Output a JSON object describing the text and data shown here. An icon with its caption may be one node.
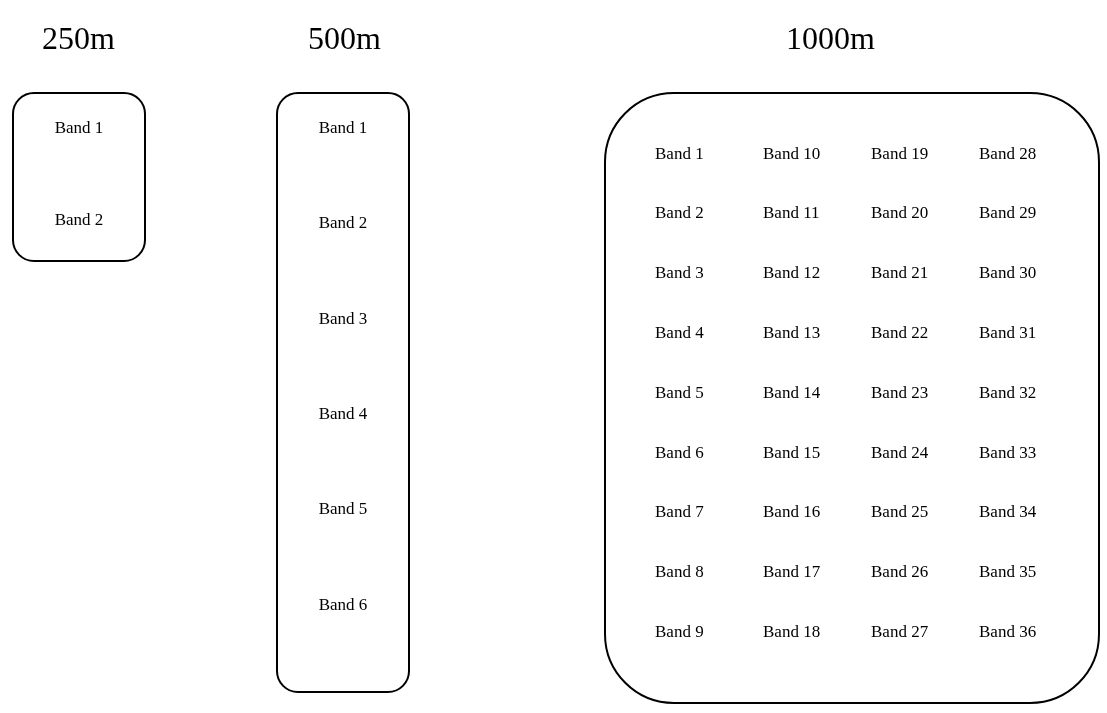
{
  "diagram": {
    "nodes": [
      {
        "text": [
          "250m",
          "Band 1",
          "Band 2"
        ]
      },
      {
        "text": [
          "500m",
          "Band 1",
          "Band 2",
          "Band 3",
          "Band 4",
          "Band 5",
          "Band 6"
        ]
      },
      {
        "text": [
          "1000m",
          "Band 1",
          "Band 2",
          "Band 3",
          "Band 4",
          "Band 5",
          "Band 6",
          "Band 7",
          "Band 8",
          "Band 9",
          "Band 10",
          "Band 11",
          "Band 12",
          "Band 13",
          "Band 14",
          "Band 15",
          "Band 16",
          "Band 17",
          "Band 18",
          "Band 19",
          "Band 20",
          "Band 21",
          "Band 22",
          "Band 23",
          "Band 24",
          "Band 25",
          "Band 26",
          "Band 27",
          "Band 28",
          "Band 29",
          "Band 30",
          "Band 31",
          "Band 32",
          "Band 33",
          "Band 34",
          "Band 35",
          "Band 36"
        ]
      }
    ]
  }
}
